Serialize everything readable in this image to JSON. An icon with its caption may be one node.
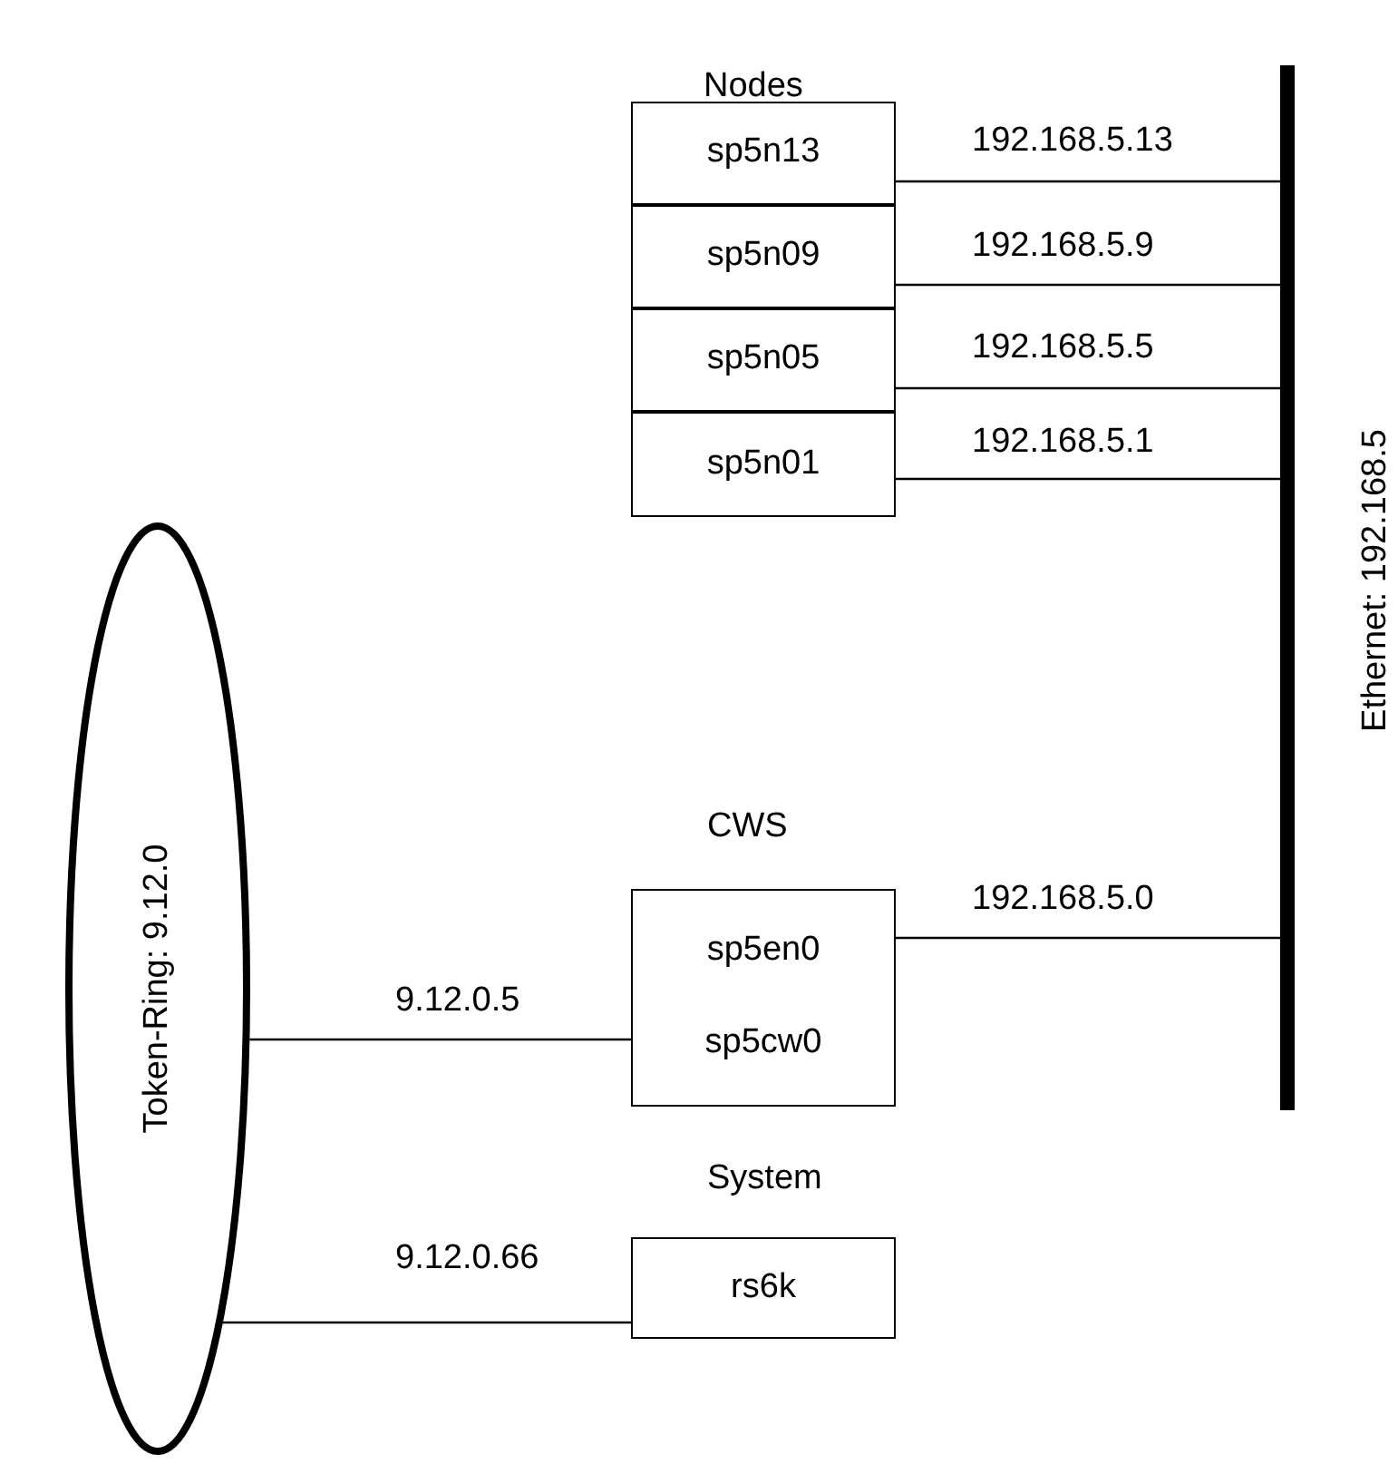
{
  "diagram": {
    "nodes": [
      {
        "text": [
          "Token-Ring: 9.12.0"
        ]
      },
      {
        "text": [
          "Ethernet: 192.168.5"
        ]
      },
      {
        "text": [
          "sp5n13"
        ]
      },
      {
        "text": [
          "sp5n09"
        ]
      },
      {
        "text": [
          "sp5n05"
        ]
      },
      {
        "text": [
          "sp5n01"
        ]
      },
      {
        "text": [
          "sp5en0",
          "sp5cw0"
        ]
      },
      {
        "text": [
          "rs6k"
        ]
      }
    ],
    "edges": [
      {
        "from": 2,
        "to": 1,
        "arrow": "none",
        "label": "192.168.5.13"
      },
      {
        "from": 3,
        "to": 1,
        "arrow": "none",
        "label": "192.168.5.9"
      },
      {
        "from": 4,
        "to": 1,
        "arrow": "none",
        "label": "192.168.5.5"
      },
      {
        "from": 5,
        "to": 1,
        "arrow": "none",
        "label": "192.168.5.1"
      },
      {
        "from": 6,
        "to": 1,
        "arrow": "none",
        "label": "192.168.5.0"
      },
      {
        "from": 0,
        "to": 6,
        "arrow": "none",
        "label": "9.12.0.5"
      },
      {
        "from": 0,
        "to": 7,
        "arrow": "none",
        "label": "9.12.0.66"
      }
    ],
    "labels": [
      "Nodes",
      "CWS",
      "System"
    ]
  }
}
